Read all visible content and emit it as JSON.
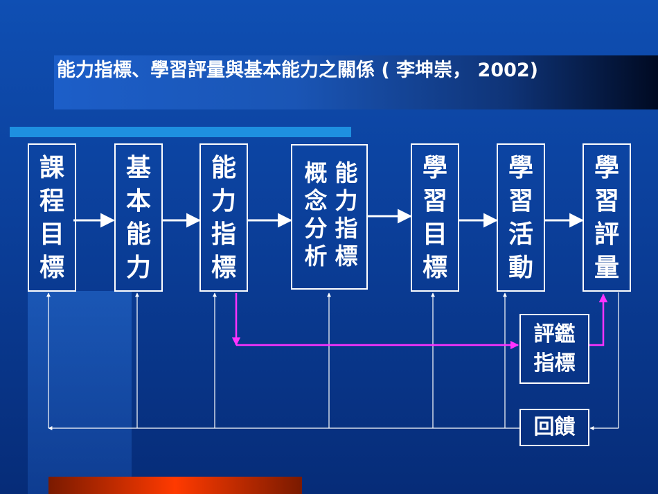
{
  "title": "能力指標、學習評量與基本能力之關係 ( 李坤崇， 2002)",
  "boxes": {
    "course_goals": "課程目標",
    "basic_abilities": "基本能力",
    "ability_indicators": "能力指標",
    "analysis_col1": "能力指標",
    "analysis_col2": "概念分析",
    "learning_goals": "學習目標",
    "learning_activities": "學習活動",
    "learning_assessment": "學習評量",
    "eval_line1": "評鑑",
    "eval_line2": "指標",
    "feedback": "回饋"
  },
  "colors": {
    "background": "#0b3f9a",
    "title_band": "#1a55b5",
    "accent_bar": "#1e90e0",
    "bottom_bar": "#ff3a00",
    "box_border": "#ffffff",
    "highlight_line": "#ff33ff"
  }
}
